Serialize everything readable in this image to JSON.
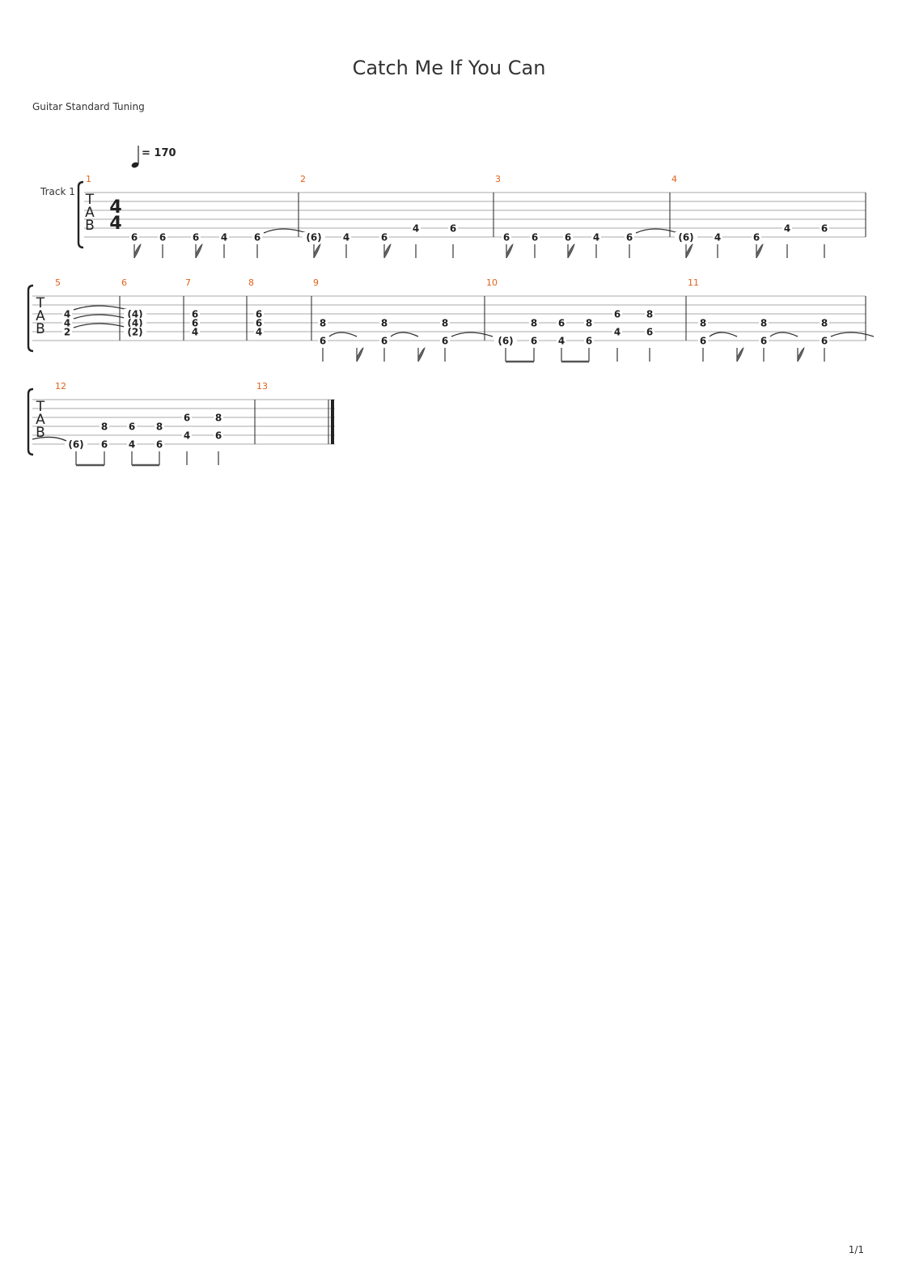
{
  "title": "Catch Me If You Can",
  "tuning": "Guitar Standard Tuning",
  "tempo": {
    "value": "170",
    "label": "= 170"
  },
  "track_name": "Track 1",
  "time_signature": {
    "numerator": "4",
    "denominator": "4"
  },
  "clef": [
    "T",
    "A",
    "B"
  ],
  "page_number": "1/1",
  "measures": [
    {
      "number": "1",
      "events": [
        {
          "frets": [
            {
              "string": 6,
              "fret": "6"
            }
          ],
          "stem": "flag"
        },
        {
          "frets": [
            {
              "string": 6,
              "fret": "6"
            }
          ],
          "stem": "plain"
        },
        {
          "frets": [
            {
              "string": 6,
              "fret": "6"
            }
          ],
          "stem": "flag"
        },
        {
          "frets": [
            {
              "string": 6,
              "fret": "4"
            }
          ],
          "stem": "plain"
        },
        {
          "frets": [
            {
              "string": 6,
              "fret": "6"
            }
          ],
          "stem": "plain",
          "tie_start": true
        }
      ]
    },
    {
      "number": "2",
      "events": [
        {
          "frets": [
            {
              "string": 6,
              "fret": "(6)"
            }
          ],
          "stem": "flag"
        },
        {
          "frets": [
            {
              "string": 6,
              "fret": "4"
            }
          ],
          "stem": "plain"
        },
        {
          "frets": [
            {
              "string": 6,
              "fret": "6"
            }
          ],
          "stem": "flag"
        },
        {
          "frets": [
            {
              "string": 5,
              "fret": "4"
            }
          ],
          "stem": "plain"
        },
        {
          "frets": [
            {
              "string": 5,
              "fret": "6"
            }
          ],
          "stem": "plain"
        }
      ]
    },
    {
      "number": "3",
      "events": [
        {
          "frets": [
            {
              "string": 6,
              "fret": "6"
            }
          ],
          "stem": "flag"
        },
        {
          "frets": [
            {
              "string": 6,
              "fret": "6"
            }
          ],
          "stem": "plain"
        },
        {
          "frets": [
            {
              "string": 6,
              "fret": "6"
            }
          ],
          "stem": "flag"
        },
        {
          "frets": [
            {
              "string": 6,
              "fret": "4"
            }
          ],
          "stem": "plain"
        },
        {
          "frets": [
            {
              "string": 6,
              "fret": "6"
            }
          ],
          "stem": "plain",
          "tie_start": true
        }
      ]
    },
    {
      "number": "4",
      "events": [
        {
          "frets": [
            {
              "string": 6,
              "fret": "(6)"
            }
          ],
          "stem": "flag"
        },
        {
          "frets": [
            {
              "string": 6,
              "fret": "4"
            }
          ],
          "stem": "plain"
        },
        {
          "frets": [
            {
              "string": 6,
              "fret": "6"
            }
          ],
          "stem": "flag"
        },
        {
          "frets": [
            {
              "string": 5,
              "fret": "4"
            }
          ],
          "stem": "plain"
        },
        {
          "frets": [
            {
              "string": 5,
              "fret": "6"
            }
          ],
          "stem": "plain"
        }
      ]
    },
    {
      "number": "5",
      "events": [
        {
          "frets": [
            {
              "string": 3,
              "fret": "4"
            },
            {
              "string": 4,
              "fret": "4"
            },
            {
              "string": 5,
              "fret": "2"
            }
          ],
          "tie_start": true
        }
      ]
    },
    {
      "number": "6",
      "events": [
        {
          "frets": [
            {
              "string": 3,
              "fret": "(4)"
            },
            {
              "string": 4,
              "fret": "(4)"
            },
            {
              "string": 5,
              "fret": "(2)"
            }
          ]
        }
      ]
    },
    {
      "number": "7",
      "events": [
        {
          "frets": [
            {
              "string": 3,
              "fret": "6"
            },
            {
              "string": 4,
              "fret": "6"
            },
            {
              "string": 5,
              "fret": "4"
            }
          ]
        }
      ]
    },
    {
      "number": "8",
      "events": [
        {
          "frets": [
            {
              "string": 3,
              "fret": "6"
            },
            {
              "string": 4,
              "fret": "6"
            },
            {
              "string": 5,
              "fret": "4"
            }
          ]
        }
      ]
    },
    {
      "number": "9",
      "events": [
        {
          "frets": [
            {
              "string": 4,
              "fret": "8"
            },
            {
              "string": 6,
              "fret": "6"
            }
          ],
          "stem": "plain",
          "tie_start": true
        },
        {
          "frets": [],
          "stem": "flag"
        },
        {
          "frets": [
            {
              "string": 4,
              "fret": "8"
            },
            {
              "string": 6,
              "fret": "6"
            }
          ],
          "stem": "plain",
          "tie_start": true
        },
        {
          "frets": [],
          "stem": "flag"
        },
        {
          "frets": [
            {
              "string": 4,
              "fret": "8"
            },
            {
              "string": 6,
              "fret": "6"
            }
          ],
          "stem": "plain",
          "tie_start": true
        }
      ]
    },
    {
      "number": "10",
      "events": [
        {
          "frets": [
            {
              "string": 6,
              "fret": "(6)"
            }
          ],
          "stem": "beam"
        },
        {
          "frets": [
            {
              "string": 4,
              "fret": "8"
            },
            {
              "string": 6,
              "fret": "6"
            }
          ],
          "stem": "beam"
        },
        {
          "frets": [
            {
              "string": 4,
              "fret": "6"
            },
            {
              "string": 6,
              "fret": "4"
            }
          ],
          "stem": "beam"
        },
        {
          "frets": [
            {
              "string": 4,
              "fret": "8"
            },
            {
              "string": 6,
              "fret": "6"
            }
          ],
          "stem": "beam"
        },
        {
          "frets": [
            {
              "string": 3,
              "fret": "6"
            },
            {
              "string": 5,
              "fret": "4"
            }
          ],
          "stem": "plain"
        },
        {
          "frets": [
            {
              "string": 3,
              "fret": "8"
            },
            {
              "string": 5,
              "fret": "6"
            }
          ],
          "stem": "plain"
        }
      ]
    },
    {
      "number": "11",
      "events": [
        {
          "frets": [
            {
              "string": 4,
              "fret": "8"
            },
            {
              "string": 6,
              "fret": "6"
            }
          ],
          "stem": "plain",
          "tie_start": true
        },
        {
          "frets": [],
          "stem": "flag"
        },
        {
          "frets": [
            {
              "string": 4,
              "fret": "8"
            },
            {
              "string": 6,
              "fret": "6"
            }
          ],
          "stem": "plain",
          "tie_start": true
        },
        {
          "frets": [],
          "stem": "flag"
        },
        {
          "frets": [
            {
              "string": 4,
              "fret": "8"
            },
            {
              "string": 6,
              "fret": "6"
            }
          ],
          "stem": "plain",
          "tie_start": true
        }
      ]
    },
    {
      "number": "12",
      "events": [
        {
          "frets": [
            {
              "string": 6,
              "fret": "(6)"
            }
          ],
          "stem": "beam"
        },
        {
          "frets": [
            {
              "string": 4,
              "fret": "8"
            },
            {
              "string": 6,
              "fret": "6"
            }
          ],
          "stem": "beam"
        },
        {
          "frets": [
            {
              "string": 4,
              "fret": "6"
            },
            {
              "string": 6,
              "fret": "4"
            }
          ],
          "stem": "beam"
        },
        {
          "frets": [
            {
              "string": 4,
              "fret": "8"
            },
            {
              "string": 6,
              "fret": "6"
            }
          ],
          "stem": "beam"
        },
        {
          "frets": [
            {
              "string": 3,
              "fret": "6"
            },
            {
              "string": 5,
              "fret": "4"
            }
          ],
          "stem": "plain"
        },
        {
          "frets": [
            {
              "string": 3,
              "fret": "8"
            },
            {
              "string": 5,
              "fret": "6"
            }
          ],
          "stem": "plain"
        }
      ]
    },
    {
      "number": "13",
      "events": []
    }
  ]
}
